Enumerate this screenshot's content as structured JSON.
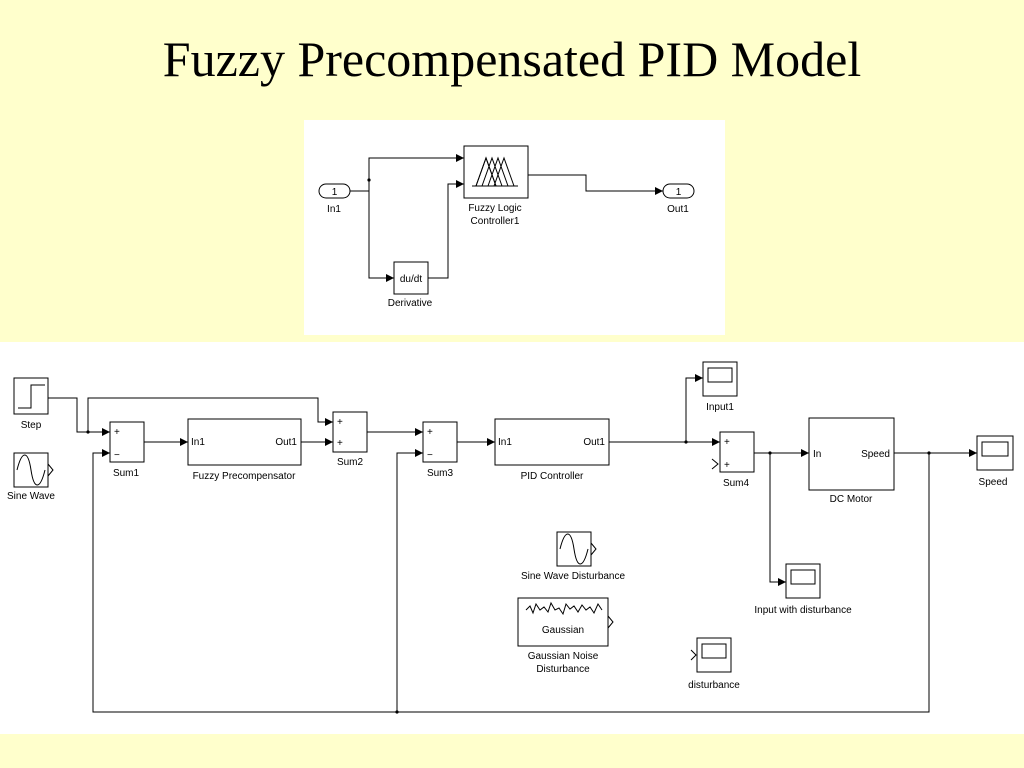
{
  "title": "Fuzzy Precompensated PID Model",
  "subsystem": {
    "in_port": {
      "number": "1",
      "label": "In1"
    },
    "out_port": {
      "number": "1",
      "label": "Out1"
    },
    "fuzzy_block": {
      "label_line1": "Fuzzy Logic",
      "label_line2": "Controller1"
    },
    "derivative_block": {
      "text": "du/dt",
      "label": "Derivative"
    }
  },
  "model": {
    "step": {
      "label": "Step"
    },
    "sine_wave": {
      "label": "Sine Wave"
    },
    "sum1": {
      "label": "Sum1",
      "signs": [
        "+",
        "−"
      ]
    },
    "fuzzy_precomp": {
      "label": "Fuzzy Precompensator",
      "in": "In1",
      "out": "Out1"
    },
    "sum2": {
      "label": "Sum2",
      "signs": [
        "+",
        "+"
      ]
    },
    "sum3": {
      "label": "Sum3",
      "signs": [
        "+",
        "−"
      ]
    },
    "pid": {
      "label": "PID Controller",
      "in": "In1",
      "out": "Out1"
    },
    "input1": {
      "label": "Input1"
    },
    "sum4": {
      "label": "Sum4",
      "signs": [
        "+",
        "+"
      ]
    },
    "dc_motor": {
      "label": "DC Motor",
      "in": "In",
      "out": "Speed"
    },
    "speed_scope": {
      "label": "Speed"
    },
    "sine_dist": {
      "label": "Sine Wave Disturbance"
    },
    "gaussian": {
      "text": "Gaussian",
      "label_line1": "Gaussian Noise",
      "label_line2": "Disturbance"
    },
    "input_dist": {
      "label": "Input with disturbance"
    },
    "disturbance": {
      "label": "disturbance"
    }
  }
}
